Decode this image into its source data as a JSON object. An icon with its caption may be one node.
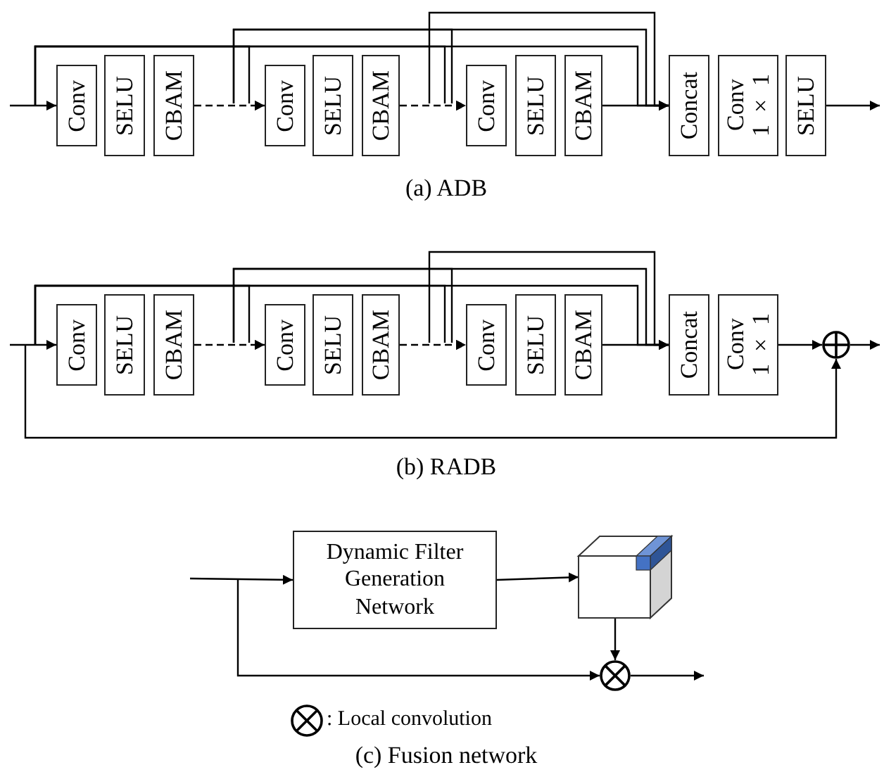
{
  "diagram": {
    "nodes": [
      {
        "text": [
          "Conv"
        ]
      },
      {
        "text": [
          "SELU"
        ]
      },
      {
        "text": [
          "CBAM"
        ]
      },
      {
        "text": [
          "Conv"
        ]
      },
      {
        "text": [
          "SELU"
        ]
      },
      {
        "text": [
          "CBAM"
        ]
      },
      {
        "text": [
          "Conv"
        ]
      },
      {
        "text": [
          "SELU"
        ]
      },
      {
        "text": [
          "CBAM"
        ]
      },
      {
        "text": [
          "Concat"
        ]
      },
      {
        "text": [
          "Conv 1 × 1"
        ]
      },
      {
        "text": [
          "SELU"
        ]
      },
      {
        "text": [
          "Conv"
        ]
      },
      {
        "text": [
          "SELU"
        ]
      },
      {
        "text": [
          "CBAM"
        ]
      },
      {
        "text": [
          "Conv"
        ]
      },
      {
        "text": [
          "SELU"
        ]
      },
      {
        "text": [
          "CBAM"
        ]
      },
      {
        "text": [
          "Conv"
        ]
      },
      {
        "text": [
          "SELU"
        ]
      },
      {
        "text": [
          "CBAM"
        ]
      },
      {
        "text": [
          "Concat"
        ]
      },
      {
        "text": [
          "Conv 1 × 1"
        ]
      },
      {
        "text": [],
        "shape": "circle"
      },
      {
        "text": [
          "Dynamic Filter Generation Network"
        ]
      },
      {
        "text": [],
        "shape": "picture"
      },
      {
        "text": [],
        "shape": "circle"
      }
    ],
    "edges": [
      {
        "from": null,
        "to": 0,
        "arrow": "to"
      },
      {
        "from": null,
        "to": 3,
        "arrow": "to"
      },
      {
        "from": null,
        "to": 6,
        "arrow": "to"
      },
      {
        "from": null,
        "to": 9,
        "arrow": "to"
      },
      {
        "from": 2,
        "to": 3,
        "arrow": "to",
        "style": "dashed"
      },
      {
        "from": 2,
        "to": 6,
        "arrow": "to"
      },
      {
        "from": 2,
        "to": 9,
        "arrow": "to"
      },
      {
        "from": 5,
        "to": 6,
        "arrow": "to",
        "style": "dashed"
      },
      {
        "from": 5,
        "to": 9,
        "arrow": "to"
      },
      {
        "from": 8,
        "to": 9,
        "arrow": "to"
      },
      {
        "from": 11,
        "to": null,
        "arrow": "to"
      },
      {
        "from": null,
        "to": 12,
        "arrow": "to"
      },
      {
        "from": null,
        "to": 15,
        "arrow": "to"
      },
      {
        "from": null,
        "to": 18,
        "arrow": "to"
      },
      {
        "from": null,
        "to": 21,
        "arrow": "to"
      },
      {
        "from": 14,
        "to": 15,
        "arrow": "to",
        "style": "dashed"
      },
      {
        "from": 14,
        "to": 18,
        "arrow": "to"
      },
      {
        "from": 14,
        "to": 21,
        "arrow": "to"
      },
      {
        "from": 17,
        "to": 18,
        "arrow": "to",
        "style": "dashed"
      },
      {
        "from": 17,
        "to": 21,
        "arrow": "to"
      },
      {
        "from": 20,
        "to": 21,
        "arrow": "to"
      },
      {
        "from": 22,
        "to": 23,
        "arrow": "to"
      },
      {
        "from": null,
        "to": 23,
        "arrow": "to"
      },
      {
        "from": 23,
        "to": null,
        "arrow": "to"
      },
      {
        "from": null,
        "to": 24,
        "arrow": "to"
      },
      {
        "from": null,
        "to": 26,
        "arrow": "to"
      },
      {
        "from": 24,
        "to": 25,
        "arrow": "to"
      },
      {
        "from": 25,
        "to": 26,
        "arrow": "to"
      },
      {
        "from": 26,
        "to": null,
        "arrow": "to"
      }
    ],
    "labels": [
      "(a) ADB",
      "(b) RADB",
      "(c) Fusion network"
    ],
    "legend": [
      {
        "text": ": Local convolution"
      }
    ]
  }
}
